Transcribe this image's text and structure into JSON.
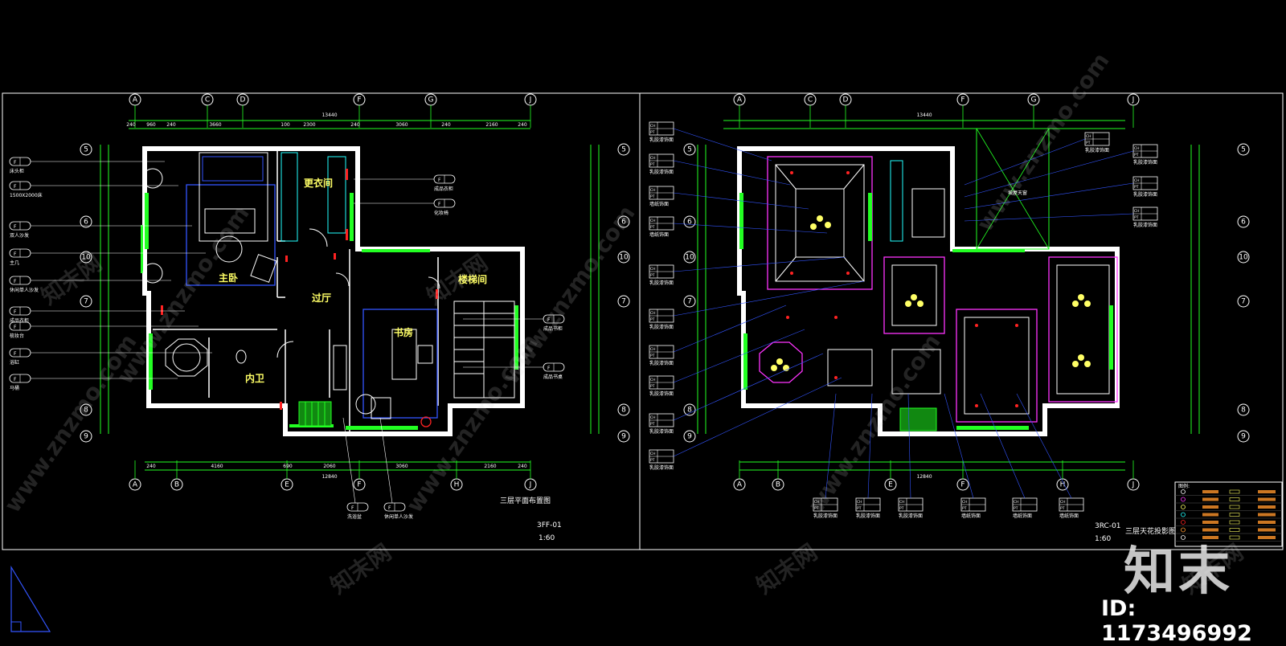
{
  "colors": {
    "background": "#000000",
    "wall": "#ffffff",
    "green": "#22ff22",
    "cyan": "#22ffff",
    "blue": "#3355ff",
    "magenta": "#ff33ff",
    "red": "#ff2222",
    "yellow": "#ffff66"
  },
  "left_plan": {
    "grid_top": [
      "A",
      "C",
      "D",
      "F",
      "G",
      "J"
    ],
    "grid_bottom": [
      "A",
      "B",
      "E",
      "F",
      "H",
      "J"
    ],
    "grid_side": [
      "5",
      "6",
      "10",
      "7",
      "8",
      "9"
    ],
    "overall_top": "13440",
    "overall_bottom": "12840",
    "top_dims": [
      "240",
      "960",
      "240",
      "3660",
      "100",
      "2300",
      "240",
      "3060",
      "240",
      "2160",
      "240"
    ],
    "bottom_dims": [
      "240",
      "4160",
      "690",
      "2060",
      "3060",
      "2160",
      "240"
    ],
    "rooms": {
      "master_bed": "主卧",
      "dressing": "更衣间",
      "hall": "过厅",
      "stair": "楼梯间",
      "study": "书房",
      "bath": "内卫"
    },
    "callouts_left": [
      "床头柜",
      "1500X2000床",
      "双人沙发",
      "主几",
      "休闲单人沙发",
      "成品衣柜",
      "梳妆台",
      "浴缸",
      "马桶"
    ],
    "callouts_right": [
      "成品衣柜",
      "化妆椅",
      "成品书柜",
      "成品书桌"
    ],
    "callouts_bottom": [
      "洗浴盆",
      "休闲单人沙发"
    ],
    "title": "三层平面布置图",
    "code": "3FF-01",
    "scale": "1:60"
  },
  "right_plan": {
    "grid_top": [
      "A",
      "C",
      "D",
      "F",
      "G",
      "J"
    ],
    "grid_bottom": [
      "A",
      "B",
      "E",
      "F",
      "H",
      "J"
    ],
    "grid_side": [
      "5",
      "6",
      "10",
      "7",
      "8",
      "9"
    ],
    "overall_top": "13440",
    "overall_bottom": "12840",
    "ceiling_tags": [
      "乳胶漆饰面",
      "乳胶漆饰面",
      "墙纸饰面",
      "墙纸饰面",
      "乳胶漆饰面",
      "乳胶漆饰面",
      "乳胶漆饰面",
      "乳胶漆饰面",
      "乳胶漆饰面",
      "乳胶漆饰面"
    ],
    "bottom_tags": [
      "乳胶漆饰面",
      "乳胶漆饰面",
      "乳胶漆饰面",
      "墙纸饰面",
      "墙纸饰面",
      "墙纸饰面"
    ],
    "top_right_tags": [
      "乳胶漆饰面",
      "乳胶漆饰面",
      "乳胶漆饰面",
      "乳胶漆饰面"
    ],
    "roof_note": "坡屋天窗",
    "title": "三层天花投影图",
    "code": "3RC-01",
    "scale": "1:60",
    "legend_title": "图例:"
  },
  "watermarks": [
    "www.znzmo.com",
    "知末网"
  ],
  "brand": "知末",
  "image_id": "ID: 1173496992"
}
